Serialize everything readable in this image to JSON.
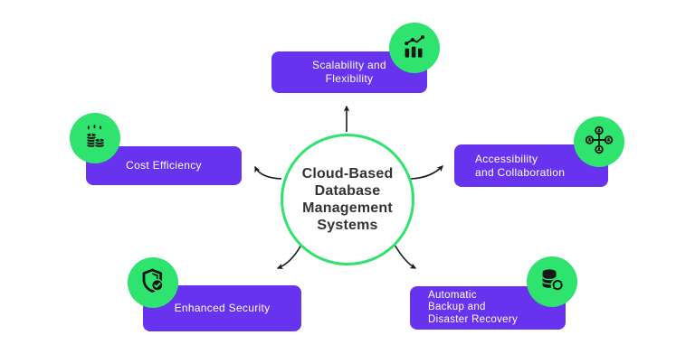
{
  "diagram": {
    "type": "hub-and-spoke",
    "background": "#ffffff",
    "colors": {
      "box_purple": "#6733ee",
      "badge_green": "#2ee36e",
      "center_ring_green": "#2ee36e",
      "icon_glyph_black": "#161616",
      "box_text": "#ffffff",
      "center_text": "#333333",
      "arrow_black": "#1a1a1a"
    },
    "center": {
      "label": "Cloud-Based\nDatabase\nManagement\nSystems"
    },
    "nodes": [
      {
        "id": "scalability",
        "label": "Scalability and\nFlexibility",
        "icon": "growth-chart-icon",
        "position": "top"
      },
      {
        "id": "accessibility",
        "label": "Accessibility\nand Collaboration",
        "icon": "user-network-icon",
        "position": "right"
      },
      {
        "id": "backup",
        "label": "Automatic\nBackup and\nDisaster Recovery",
        "icon": "database-sync-icon",
        "position": "bottom-right"
      },
      {
        "id": "security",
        "label": "Enhanced Security",
        "icon": "shield-check-icon",
        "position": "bottom-left"
      },
      {
        "id": "cost",
        "label": "Cost Efficiency",
        "icon": "coin-stack-icon",
        "position": "left"
      }
    ]
  }
}
